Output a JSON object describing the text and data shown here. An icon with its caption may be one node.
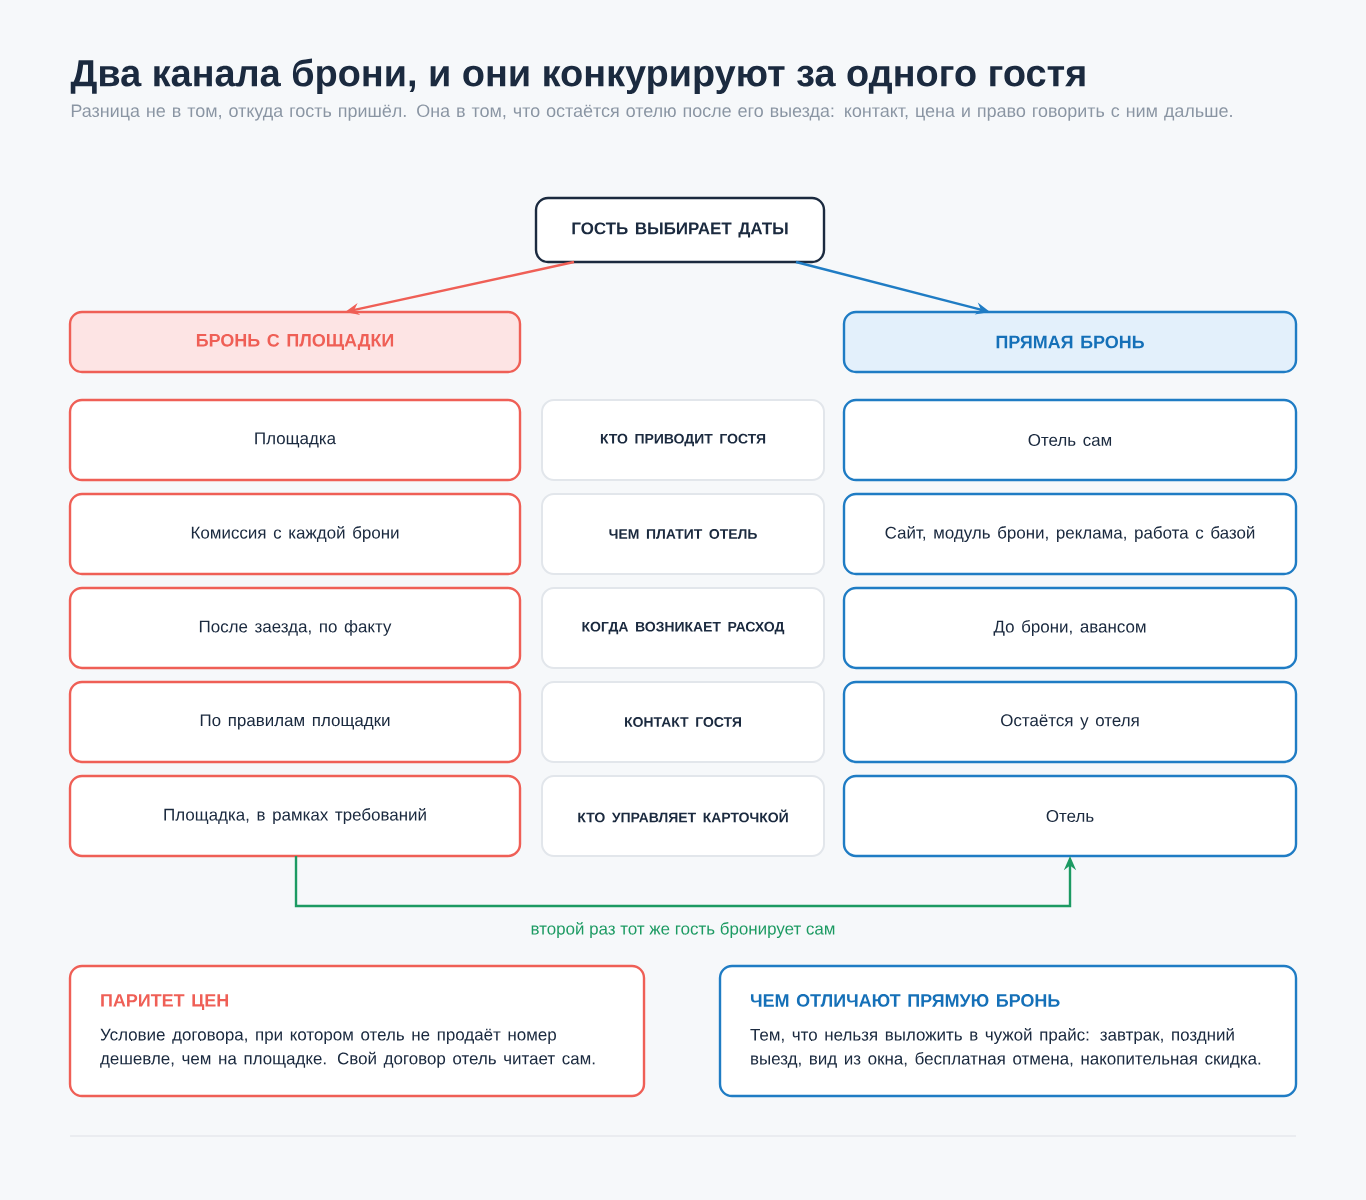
{
  "diagram": {
    "title": "Два канала брони, и они конкурируют за одного гостя",
    "nodes": [
      {
        "text": [
          "ГОСТЬ ВЫБИРАЕТ ДАТЫ"
        ]
      },
      {
        "text": [
          "БРОНЬ С ПЛОЩАДКИ"
        ]
      },
      {
        "text": [
          "ПРЯМАЯ БРОНЬ"
        ]
      },
      {
        "text": [
          "Площадка"
        ]
      },
      {
        "text": [
          "КТО ПРИВОДИТ ГОСТЯ"
        ]
      },
      {
        "text": [
          "Отель сам"
        ]
      },
      {
        "text": [
          "Комиссия с каждой брони"
        ]
      },
      {
        "text": [
          "ЧЕМ ПЛАТИТ ОТЕЛЬ"
        ]
      },
      {
        "text": [
          "Сайт, модуль брони, реклама, работа с базой"
        ]
      },
      {
        "text": [
          "После заезда, по факту"
        ]
      },
      {
        "text": [
          "КОГДА ВОЗНИКАЕТ РАСХОД"
        ]
      },
      {
        "text": [
          "До брони, авансом"
        ]
      },
      {
        "text": [
          "По правилам площадки"
        ]
      },
      {
        "text": [
          "КОНТАКТ ГОСТЯ"
        ]
      },
      {
        "text": [
          "Остаётся у отеля"
        ]
      },
      {
        "text": [
          "Площадка, в рамках требований"
        ]
      },
      {
        "text": [
          "КТО УПРАВЛЯЕТ КАРТОЧКОЙ"
        ]
      },
      {
        "text": [
          "Отель"
        ]
      },
      {
        "text": [
          "ПАРИТЕТ ЦЕН",
          "Условие договора, при котором отель не продаёт номер дешевле, чем на площадке. Свой договор отель читает сам."
        ]
      },
      {
        "text": [
          "ЧЕМ ОТЛИЧАЮТ ПРЯМУЮ БРОНЬ",
          "Тем, что нельзя выложить в чужой прайс: завтрак, поздний выезд, вид из окна, бесплатная отмена, накопительная скидка."
        ]
      }
    ],
    "edges": [
      {
        "from": 0,
        "to": 1,
        "arrow": "to",
        "color": "#ef5f56"
      },
      {
        "from": 0,
        "to": 2,
        "arrow": "to",
        "color": "#1f7cc4"
      },
      {
        "from": 15,
        "to": 17,
        "arrow": "to",
        "color": "#1c9a62",
        "label": "второй раз тот же гость бронирует сам"
      }
    ],
    "labels": [
      "Разница не в том, откуда гость пришёл. Она в том, что остаётся отелю после его выезда: контакт, цена и право говорить с ним дальше."
    ]
  }
}
